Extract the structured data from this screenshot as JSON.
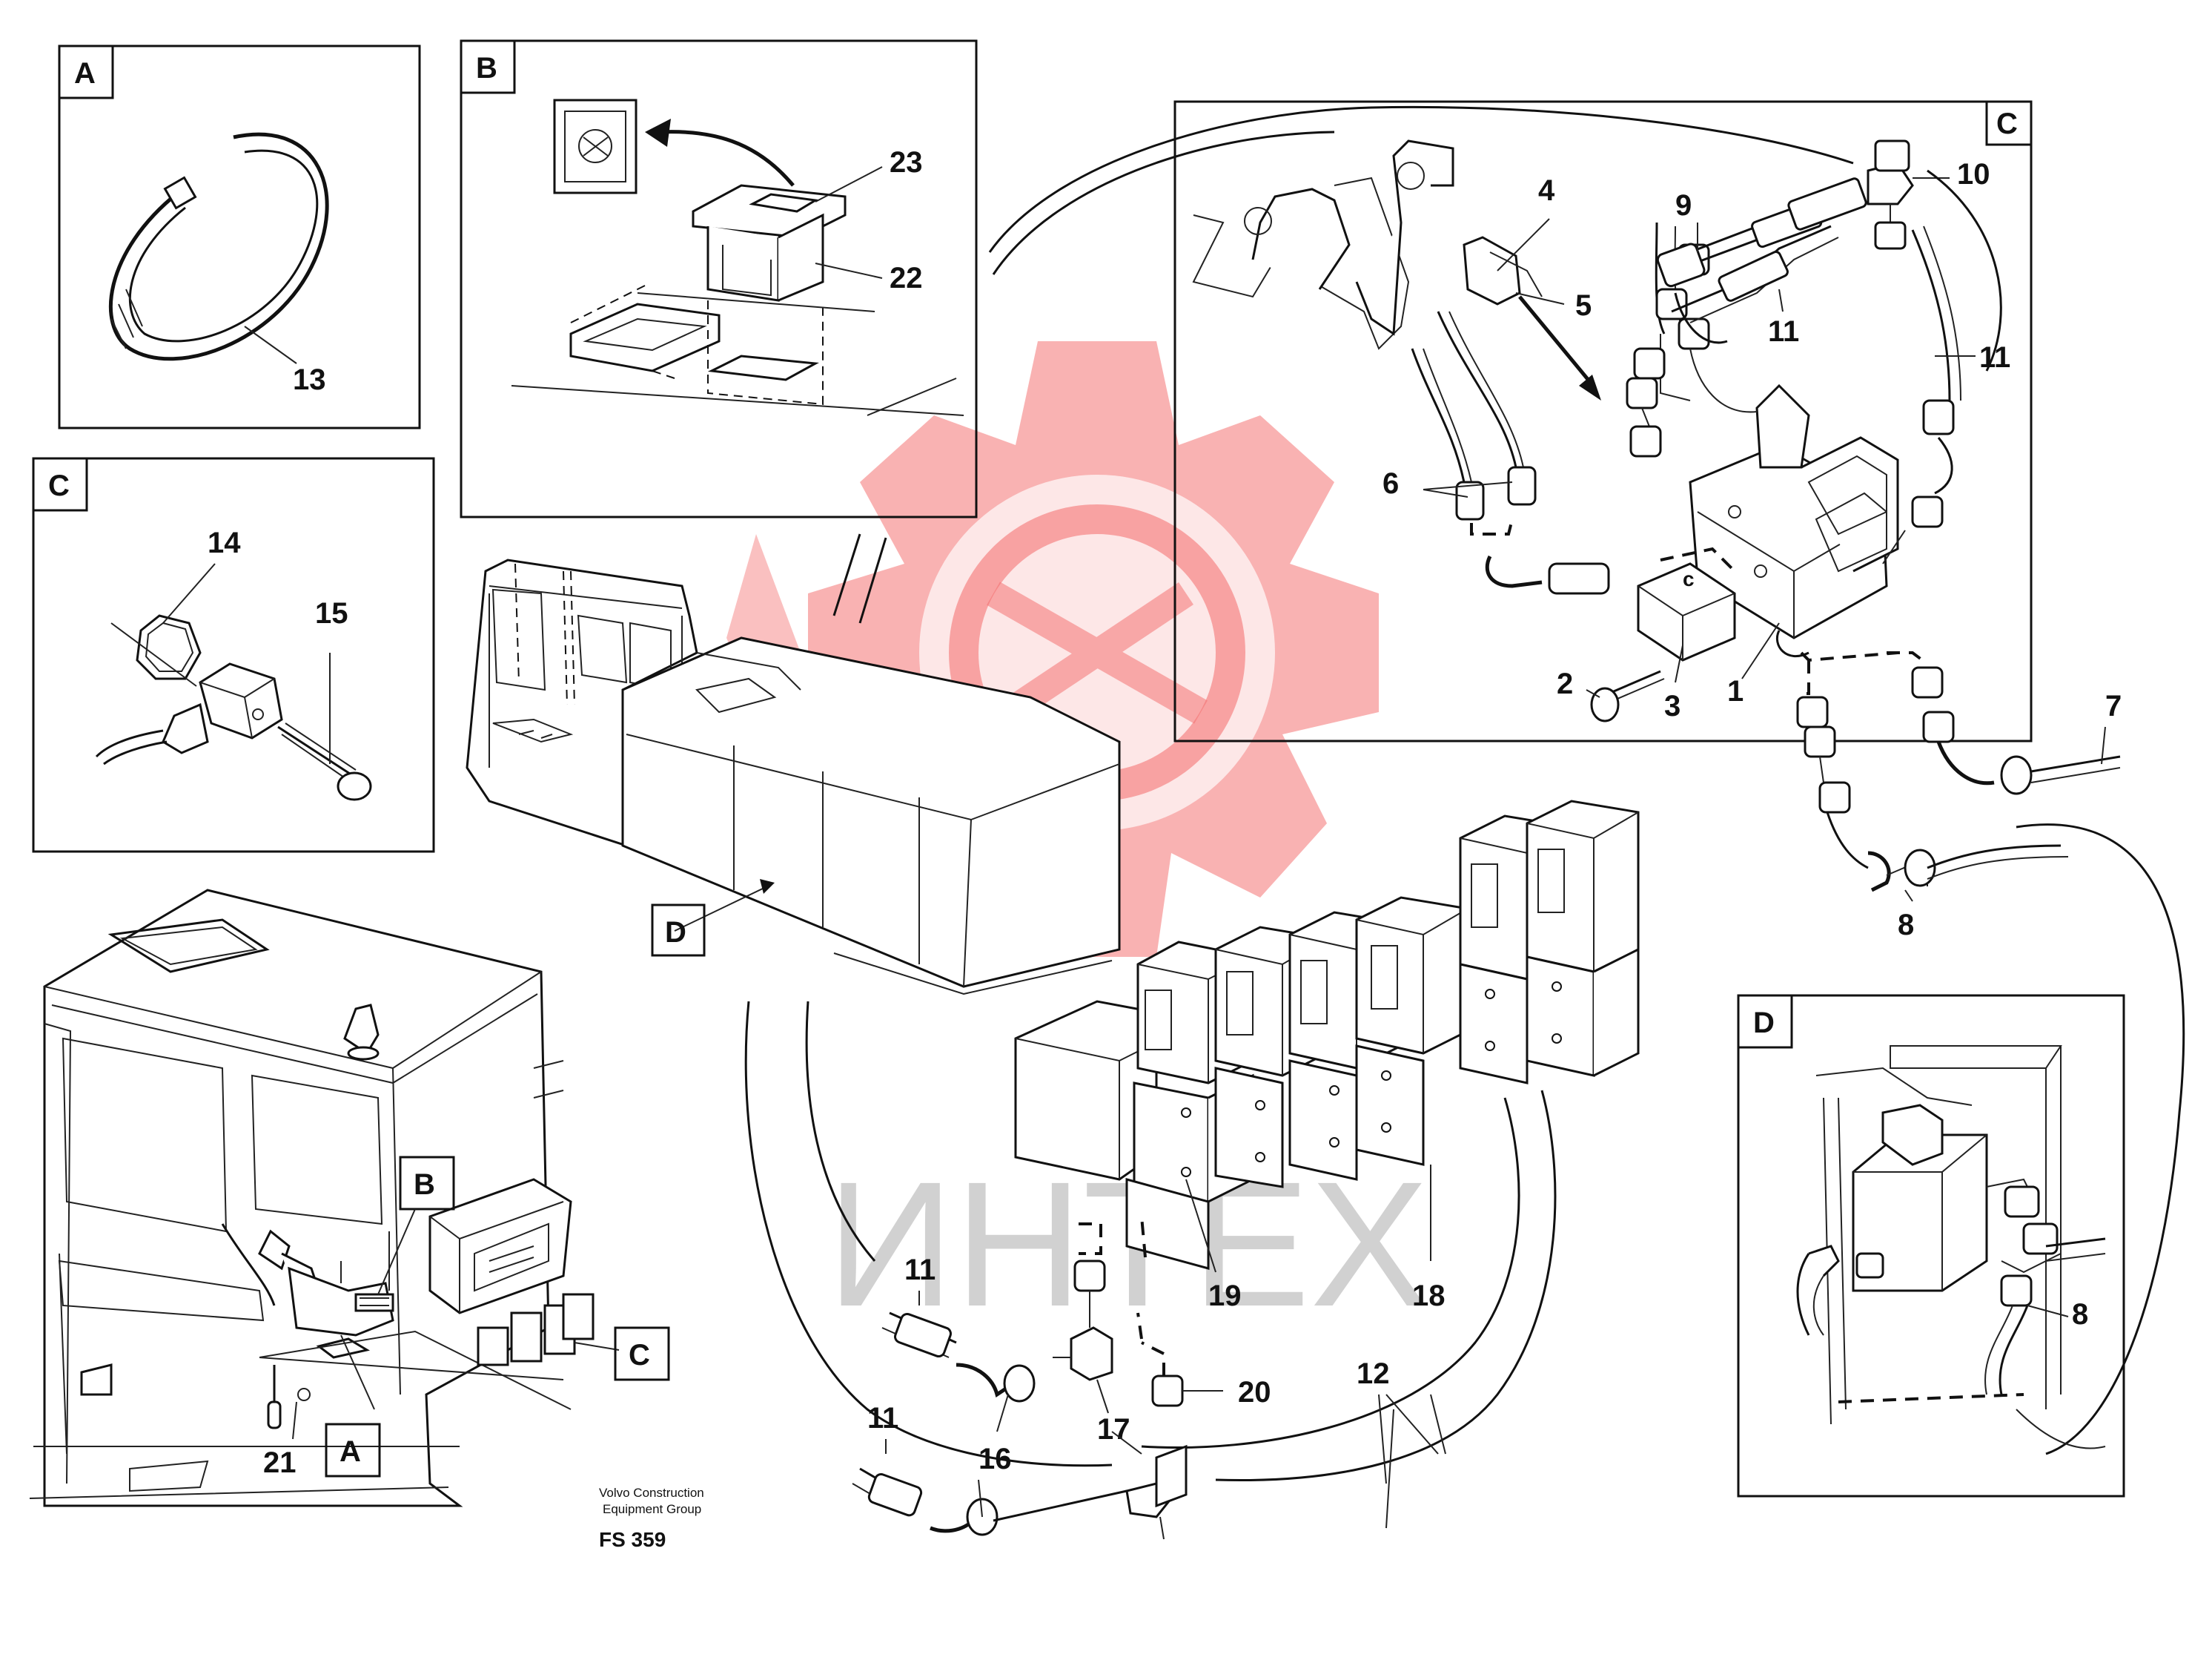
{
  "watermark": {
    "text": "ИНТЕХ",
    "color_logo": "#f25a5a",
    "color_text": "#9a9a9a"
  },
  "detail_labels": {
    "A": "A",
    "B": "B",
    "C": "C",
    "D": "D"
  },
  "callouts": {
    "c1": "1",
    "c2": "2",
    "c3": "3",
    "c4": "4",
    "c5": "5",
    "c6": "6",
    "c7": "7",
    "c8": "8",
    "c9": "9",
    "c10": "10",
    "c11": "11",
    "c12": "12",
    "c13": "13",
    "c14": "14",
    "c15": "15",
    "c16": "16",
    "c17": "17",
    "c18": "18",
    "c19": "19",
    "c20": "20",
    "c21": "21",
    "c22": "22",
    "c23": "23"
  },
  "footer": {
    "line1": "Volvo Construction",
    "line2": "Equipment Group",
    "code": "FS 359"
  }
}
